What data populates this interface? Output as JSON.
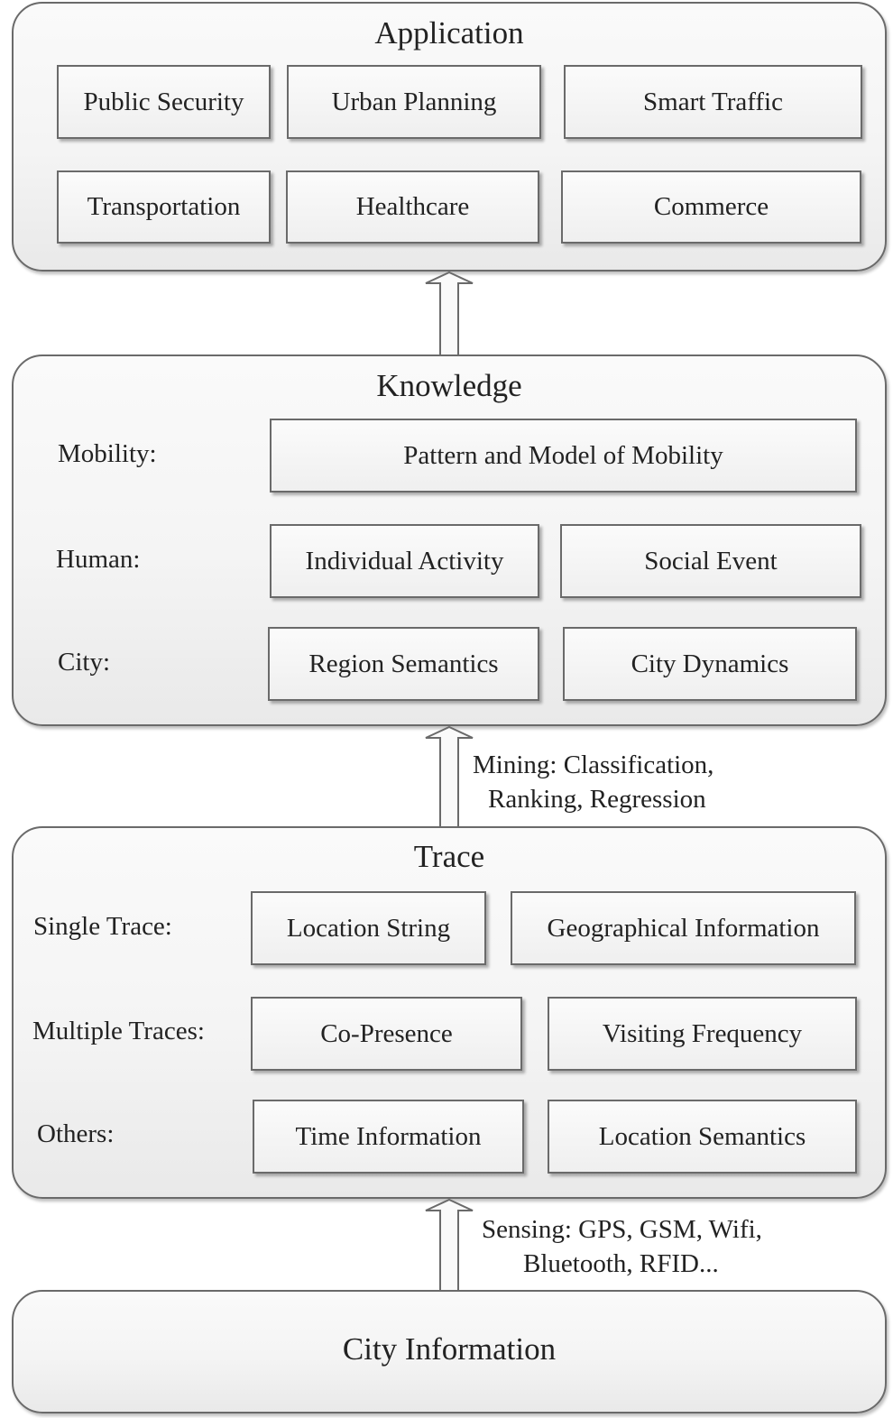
{
  "application": {
    "title": "Application",
    "items": [
      "Public Security",
      "Urban Planning",
      "Smart Traffic",
      "Transportation",
      "Healthcare",
      "Commerce"
    ]
  },
  "knowledge": {
    "title": "Knowledge",
    "rows": [
      {
        "label": "Mobility:",
        "items": [
          "Pattern and Model of Mobility"
        ]
      },
      {
        "label": "Human:",
        "items": [
          "Individual Activity",
          "Social Event"
        ]
      },
      {
        "label": "City:",
        "items": [
          "Region Semantics",
          "City Dynamics"
        ]
      }
    ]
  },
  "mining": {
    "line1": "Mining: Classification,",
    "line2": "Ranking, Regression"
  },
  "trace": {
    "title": "Trace",
    "rows": [
      {
        "label": "Single Trace:",
        "items": [
          "Location String",
          "Geographical Information"
        ]
      },
      {
        "label": "Multiple Traces:",
        "items": [
          "Co-Presence",
          "Visiting Frequency"
        ]
      },
      {
        "label": "Others:",
        "items": [
          "Time Information",
          "Location Semantics"
        ]
      }
    ]
  },
  "sensing": {
    "line1": "Sensing: GPS, GSM, Wifi,",
    "line2": "Bluetooth, RFID..."
  },
  "city_information": {
    "title": "City Information"
  }
}
